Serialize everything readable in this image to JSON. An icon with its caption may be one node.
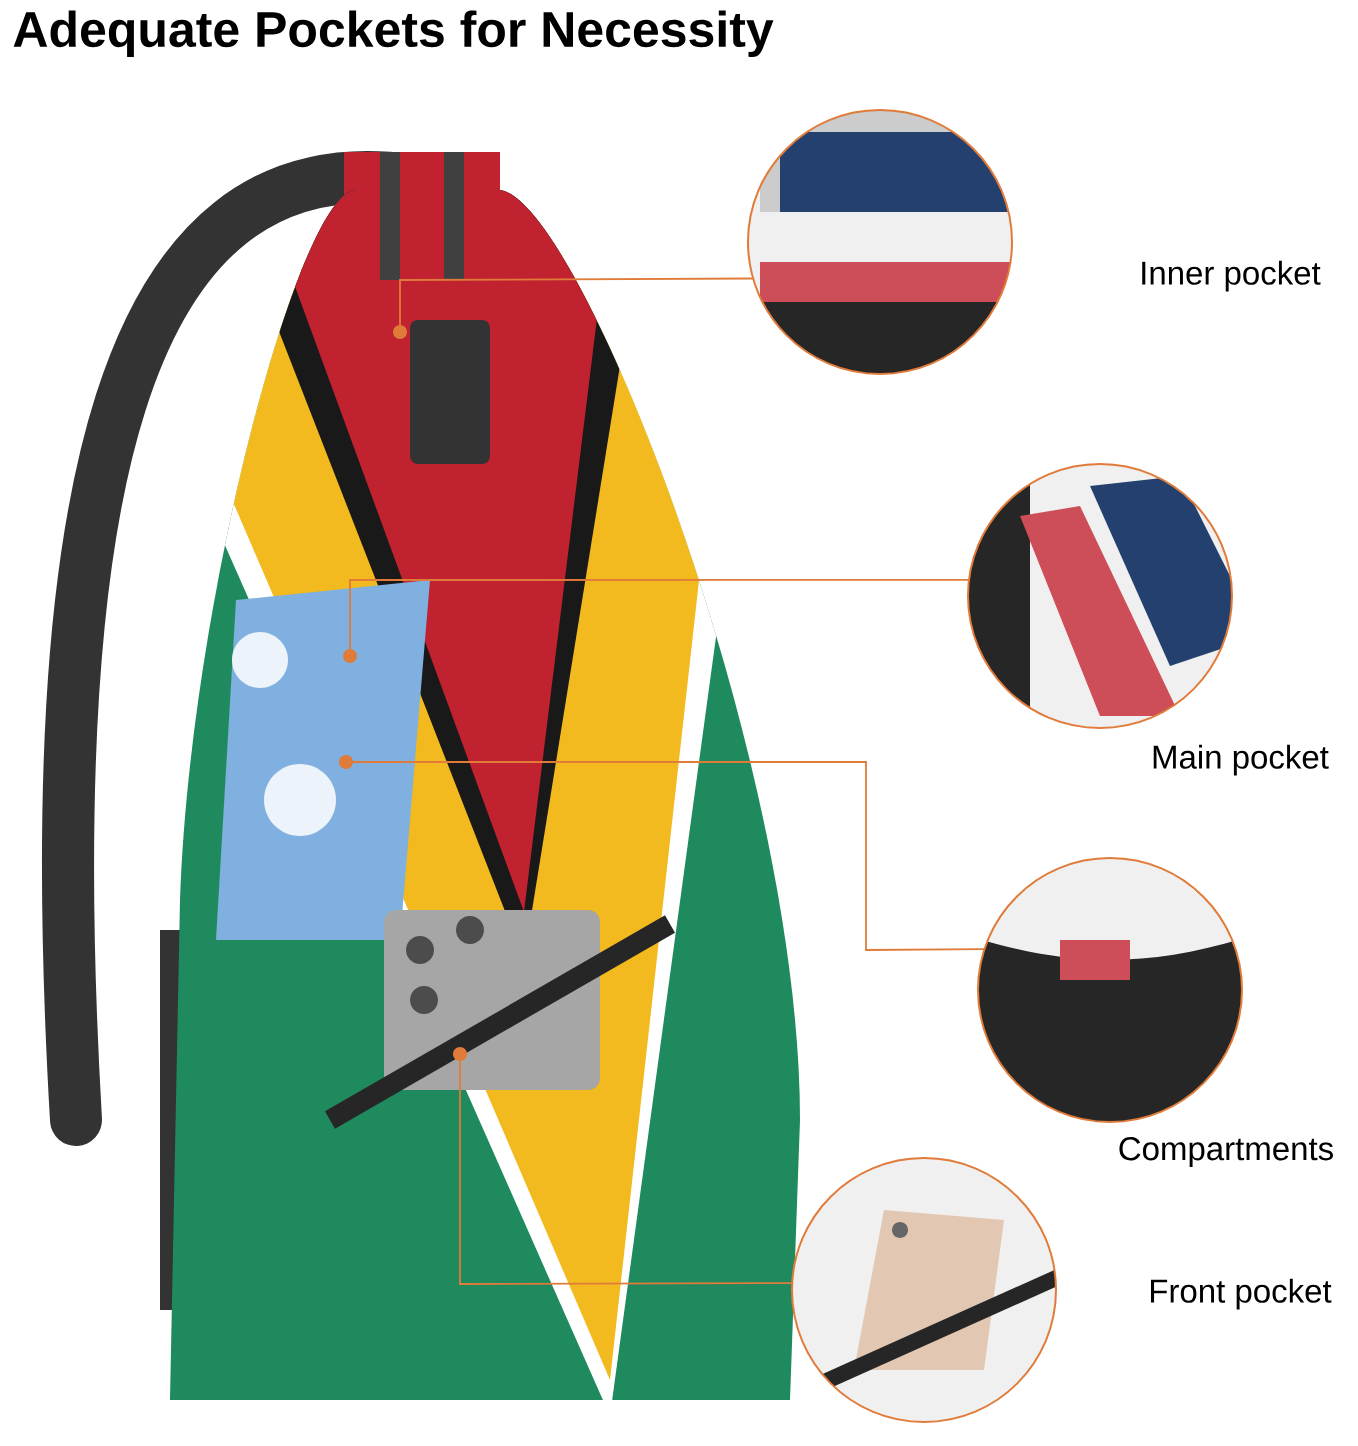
{
  "diagram": {
    "title": "Adequate Pockets for Necessity",
    "nodes": [
      {
        "text": [],
        "shape": "picture"
      },
      {
        "text": [],
        "shape": "picture",
        "beside": [
          "Inner pocket"
        ]
      },
      {
        "text": [],
        "shape": "picture",
        "beside": [
          "Main pocket"
        ]
      },
      {
        "text": [],
        "shape": "picture",
        "beside": [
          "Compartments"
        ]
      },
      {
        "text": [],
        "shape": "picture",
        "beside": [
          "Front pocket"
        ]
      }
    ],
    "edges": [
      {
        "from": 0,
        "to": 1,
        "arrow": "other"
      },
      {
        "from": 0,
        "to": 2,
        "arrow": "other"
      },
      {
        "from": 0,
        "to": 3,
        "arrow": "other"
      },
      {
        "from": 0,
        "to": 4,
        "arrow": "other"
      }
    ]
  }
}
